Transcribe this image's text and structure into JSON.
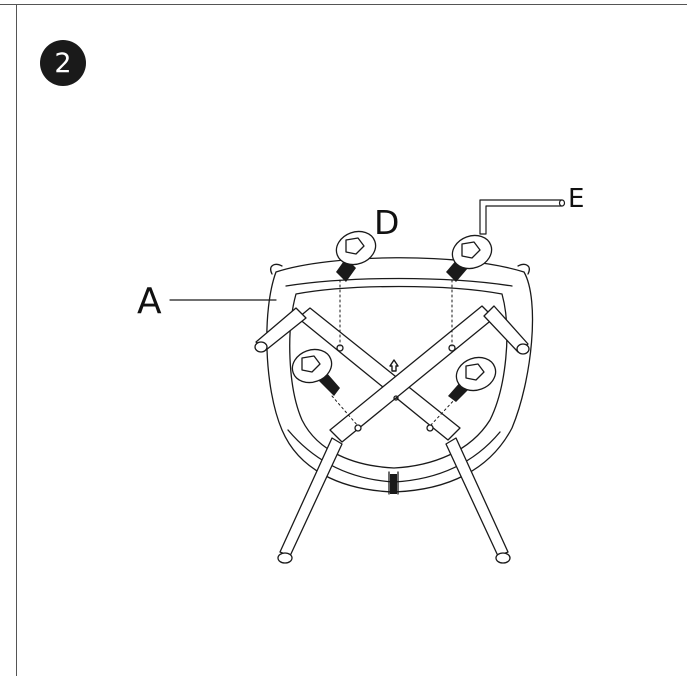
{
  "step": {
    "number": "2"
  },
  "labels": {
    "seat": "A",
    "bolt": "D",
    "wrench": "E"
  },
  "colors": {
    "ink": "#1a1a1a",
    "paper": "#ffffff"
  }
}
